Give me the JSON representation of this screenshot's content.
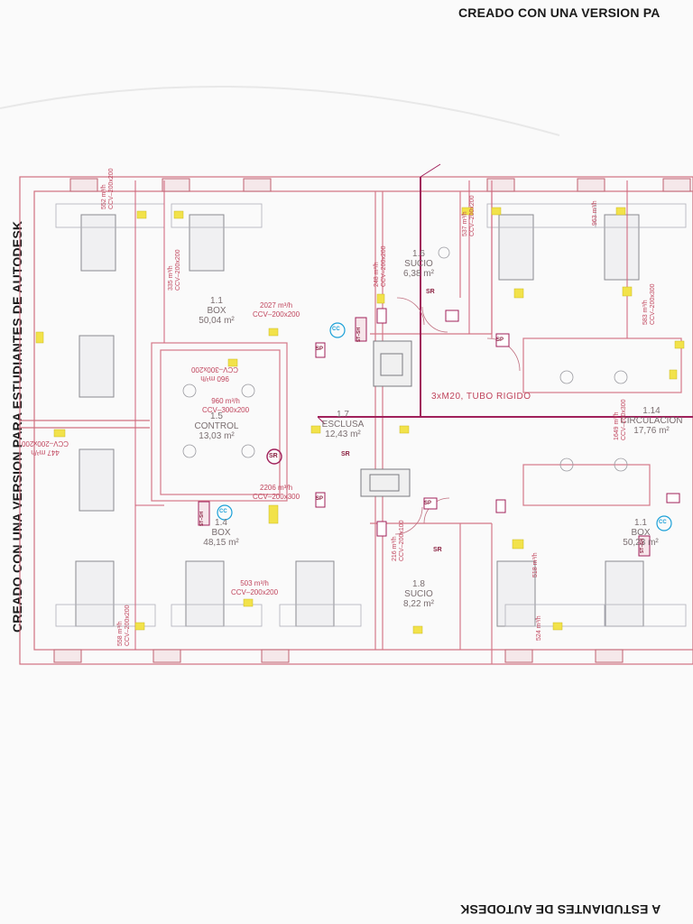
{
  "watermark": {
    "top": "CREADO CON UNA VERSION PA",
    "left": "CREADO CON UNA VERSION PARA ESTUDIANTES DE AUTODESK",
    "bottom": "A ESTUDIANTES DE AUTODESK"
  },
  "rooms": [
    {
      "id": "1.1",
      "name": "BOX",
      "area": "50,04 m²"
    },
    {
      "id": "1.6",
      "name": "SUCIO",
      "area": "6,38 m²"
    },
    {
      "id": "1.5",
      "name": "CONTROL",
      "area": "13,03 m²"
    },
    {
      "id": "1.7",
      "name": "ESCLUSA",
      "area": "12,43 m²"
    },
    {
      "id": "1.14",
      "name": "CIRCULACION",
      "area": "17,76 m²"
    },
    {
      "id": "1.4",
      "name": "BOX",
      "area": "48,15 m²"
    },
    {
      "id": "1.8",
      "name": "SUCIO",
      "area": "8,22 m²"
    },
    {
      "id": "1.1",
      "name": "BOX",
      "area": "50,23 m²"
    }
  ],
  "airflow_labels": [
    {
      "flow": "2027 m³/h",
      "duct": "CCV–200x200"
    },
    {
      "flow": "960 m³/h",
      "duct": "CCV–300x200"
    },
    {
      "flow": "2206 m³/h",
      "duct": "CCV–200x300"
    },
    {
      "flow": "503 m³/h",
      "duct": "CCV–200x200"
    },
    {
      "flow": "447 m³/h",
      "duct": "CCV–200x200"
    }
  ],
  "vertical_labels": [
    "552 m³/h",
    "CCV–200x200",
    "335 m³/h",
    "CCV–200x200",
    "248 m³/h",
    "CCV–200x200",
    "537 m³/h",
    "CCV–200x200",
    "963 m³/h",
    "583 m³/h",
    "CCV–200x300",
    "1649 m³/h",
    "CCV–200x300",
    "558 m³/h",
    "CCV–200x200",
    "216 m³/h",
    "CCV–200x100",
    "518 m³/h",
    "524 m³/h"
  ],
  "conduit_label": "3xM20, TUBO RIGIDO",
  "symbol_tags": {
    "cc": "CC",
    "sr": "SR",
    "sp": "SP",
    "st": "ST–SH"
  }
}
